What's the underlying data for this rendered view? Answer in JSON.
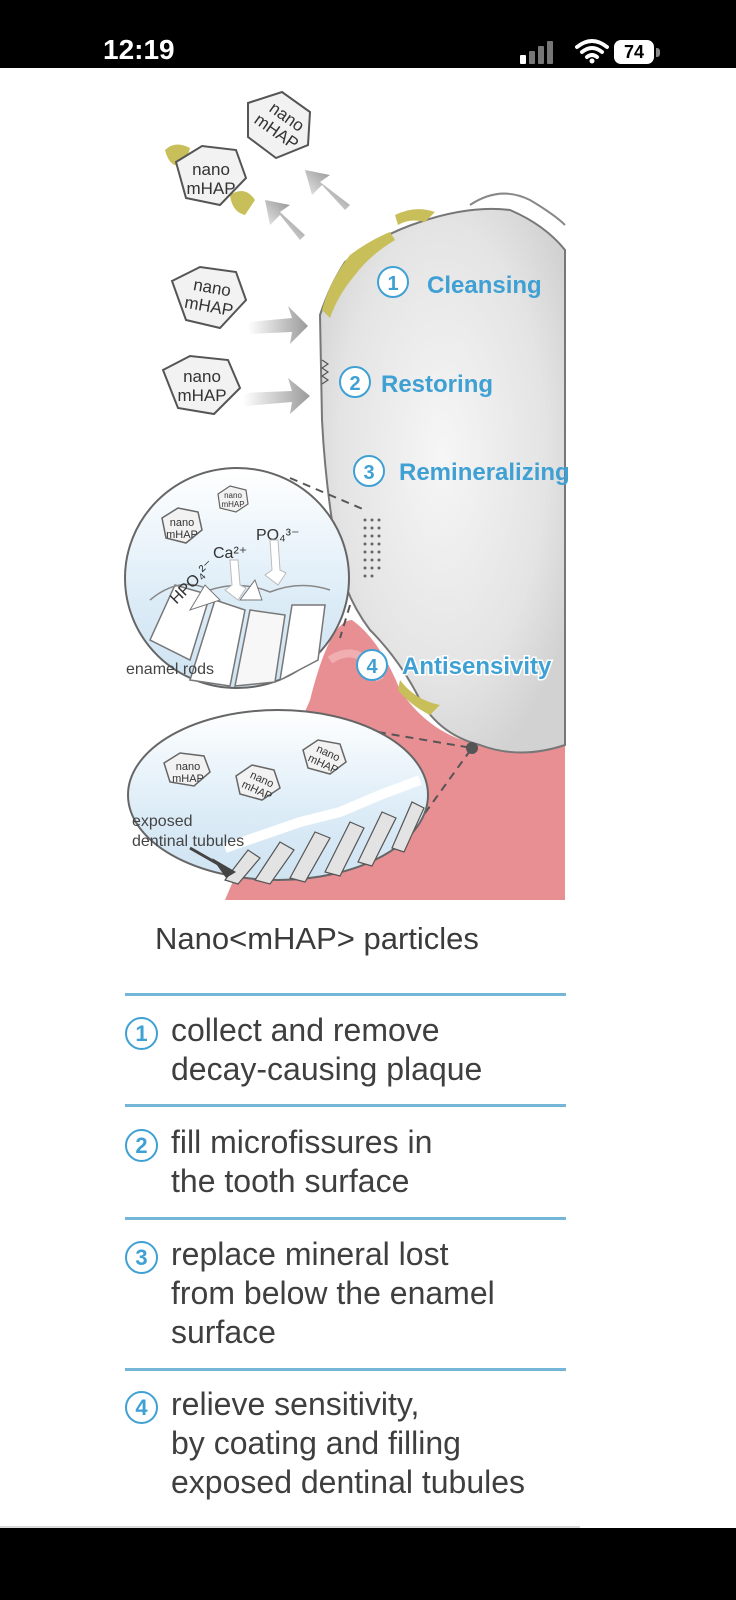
{
  "status_bar": {
    "time": "12:19",
    "battery": "74"
  },
  "illustration": {
    "particle_label_line1": "nano",
    "particle_label_line2": "mHAP",
    "steps": [
      {
        "number": "1",
        "label": "Cleansing"
      },
      {
        "number": "2",
        "label": "Restoring"
      },
      {
        "number": "3",
        "label": "Remineralizing"
      },
      {
        "number": "4",
        "label": "Antisensivity"
      }
    ],
    "ions": {
      "hpo4": "HPO₄²⁻",
      "ca": "Ca²⁺",
      "po4": "PO₄³⁻"
    },
    "enamel_label": "enamel rods",
    "dentinal_label_line1": "exposed",
    "dentinal_label_line2": "dentinal tubules"
  },
  "legend": {
    "title": "Nano<mHAP> particles",
    "items": [
      {
        "number": "1",
        "lines": [
          "collect and remove",
          "decay-causing plaque"
        ]
      },
      {
        "number": "2",
        "lines": [
          "fill microfissures in",
          "the tooth surface"
        ]
      },
      {
        "number": "3",
        "lines": [
          "replace mineral lost",
          "from below the enamel",
          "surface"
        ]
      },
      {
        "number": "4",
        "lines": [
          "relieve sensitivity,",
          "by coating and filling",
          "exposed dentinal tubules"
        ]
      }
    ]
  },
  "colors": {
    "accent_blue": "#3fa0d4",
    "gum_pink": "#e88f93",
    "plaque_yellow": "#c9bf5a"
  }
}
